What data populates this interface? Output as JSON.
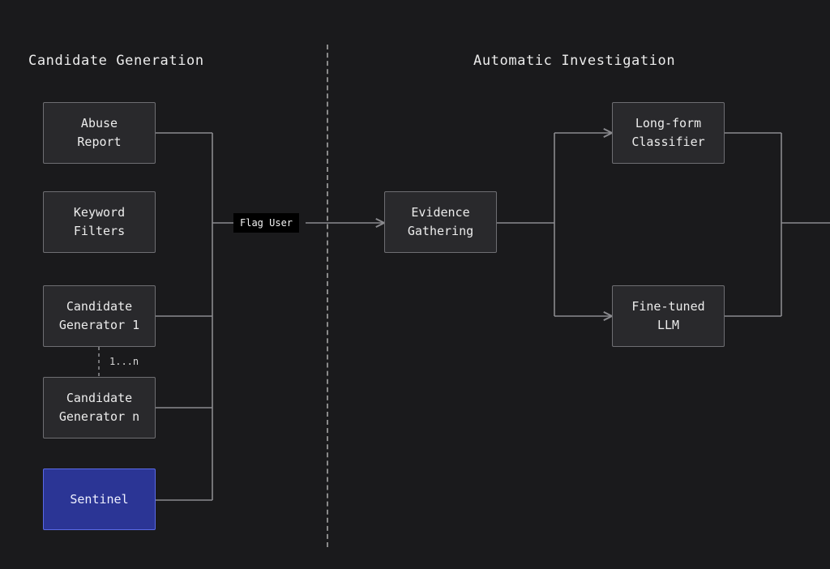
{
  "sections": {
    "left_title": "Candidate Generation",
    "right_title": "Automatic Investigation"
  },
  "nodes": {
    "abuse_report": "Abuse\nReport",
    "keyword_filters": "Keyword\nFilters",
    "candidate_generator_1": "Candidate\nGenerator 1",
    "candidate_generator_n": "Candidate\nGenerator n",
    "sentinel": "Sentinel",
    "evidence_gathering": "Evidence\nGathering",
    "long_form_classifier": "Long-form\nClassifier",
    "fine_tuned_llm": "Fine-tuned\nLLM"
  },
  "edge_labels": {
    "flag_user": "Flag User",
    "range": "1...n"
  },
  "colors": {
    "background": "#1a1a1c",
    "node_fill": "#29292c",
    "node_border": "#6e6e72",
    "highlight_fill": "#2b3595",
    "highlight_border": "#5a6ae6",
    "line": "#8a8a8e"
  }
}
